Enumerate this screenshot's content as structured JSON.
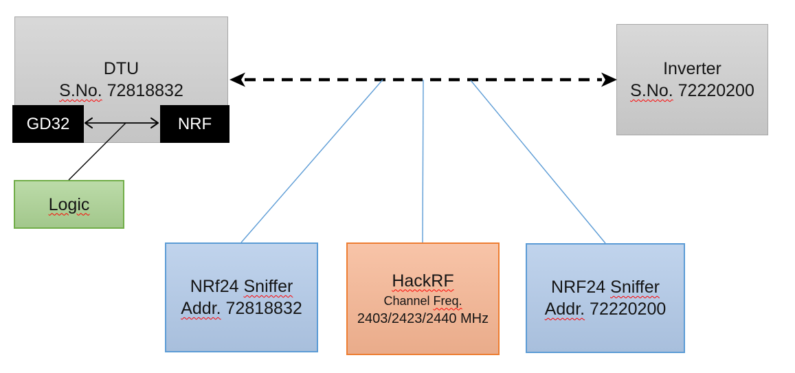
{
  "diagram": {
    "dtu": {
      "title": "DTU",
      "serial_label": "S.No.",
      "serial_rest": " 72818832",
      "gd32_label": "GD32",
      "nrf_label": "NRF"
    },
    "logic": {
      "label": "Logic"
    },
    "inverter": {
      "title": "Inverter",
      "serial_label": "S.No.",
      "serial_rest": " 72220200"
    },
    "sniffer1": {
      "name_prefix": "NRf24 ",
      "name_word": "Sniffer",
      "addr_label": "Addr.",
      "addr_rest": " 72818832"
    },
    "hackrf": {
      "title": "HackRF",
      "freq_prefix": "Channel ",
      "freq_word": "Freq.",
      "channels": "2403/2423/2440 MHz"
    },
    "sniffer2": {
      "name_prefix": "NRF24 ",
      "name_word": "Sniffer",
      "addr_label": "Addr.",
      "addr_rest": " 72220200"
    }
  },
  "colors": {
    "gray_fill": "#cfcfcf",
    "gray_border": "#a6a6a6",
    "black_fill": "#000000",
    "black_text": "#ffffff",
    "green_fill": "#abd293",
    "green_border": "#70ad47",
    "blue_fill": "#b1c9e8",
    "blue_border": "#5b9bd5",
    "orange_fill": "#f6b592",
    "orange_border": "#ed7d31",
    "connector_blue": "#5b9bd5",
    "arrow_black": "#000000",
    "squiggle_red": "#ff0000"
  }
}
